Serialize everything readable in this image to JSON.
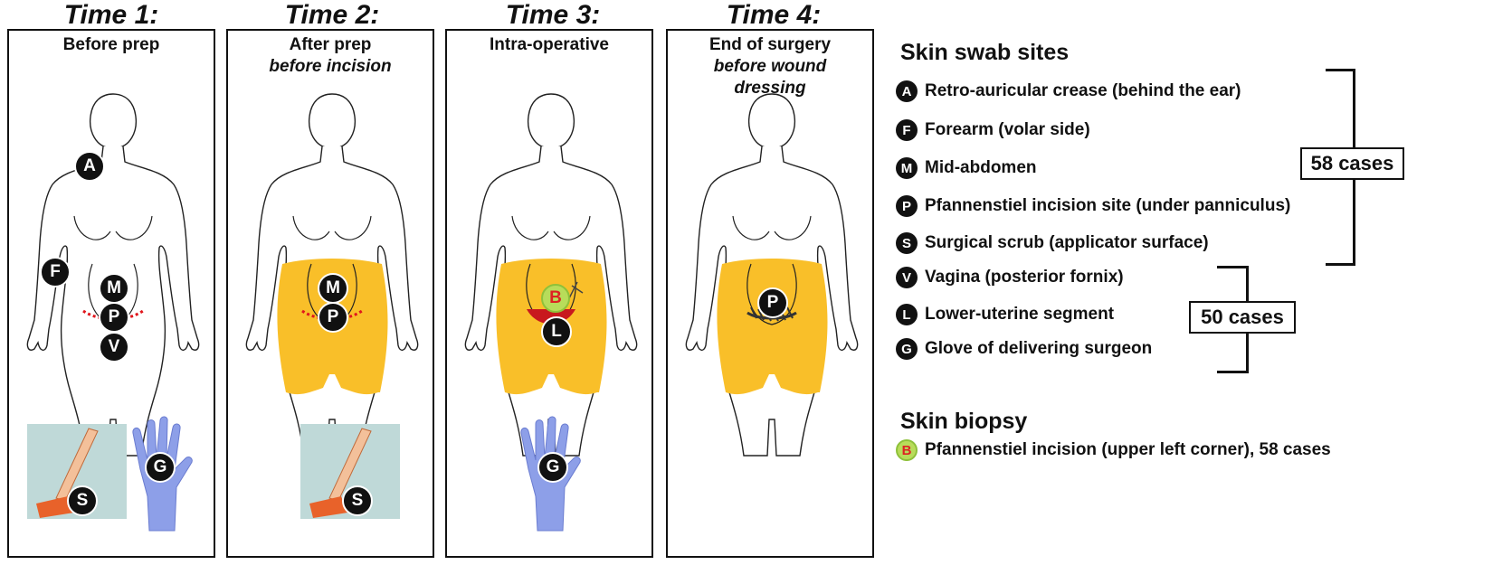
{
  "panels": [
    {
      "time": "Time 1:",
      "subtitle": [
        "Before prep"
      ],
      "subtitle_italic": []
    },
    {
      "time": "Time 2:",
      "subtitle": [
        "After prep"
      ],
      "subtitle_italic": [
        "before incision"
      ]
    },
    {
      "time": "Time 3:",
      "subtitle": [
        "Intra-operative"
      ],
      "subtitle_italic": []
    },
    {
      "time": "Time 4:",
      "subtitle": [
        "End of surgery"
      ],
      "subtitle_italic": [
        "before wound",
        "dressing"
      ]
    }
  ],
  "markers": {
    "A": "A",
    "F": "F",
    "M": "M",
    "P": "P",
    "V": "V",
    "S": "S",
    "G": "G",
    "L": "L",
    "B": "B"
  },
  "legend": {
    "swab_title": "Skin swab sites",
    "swab_items": [
      {
        "code": "A",
        "label": "Retro-auricular crease (behind the ear)"
      },
      {
        "code": "F",
        "label": "Forearm (volar side)"
      },
      {
        "code": "M",
        "label": "Mid-abdomen"
      },
      {
        "code": "P",
        "label": "Pfannenstiel incision site (under panniculus)"
      },
      {
        "code": "S",
        "label": "Surgical scrub (applicator surface)"
      },
      {
        "code": "V",
        "label": "Vagina (posterior fornix)"
      },
      {
        "code": "L",
        "label": "Lower-uterine segment"
      },
      {
        "code": "G",
        "label": "Glove of delivering surgeon"
      }
    ],
    "cases_58": "58 cases",
    "cases_50": "50 cases",
    "biopsy_title": "Skin biopsy",
    "biopsy_item": {
      "code": "B",
      "label": "Pfannenstiel incision (upper left corner), 58 cases"
    }
  },
  "colors": {
    "prep": "#f9bf29",
    "marker": "#111111",
    "incision_red": "#c8181e",
    "glove": "#8d9fe8",
    "biopsy_ring": "#b8dc5a"
  }
}
